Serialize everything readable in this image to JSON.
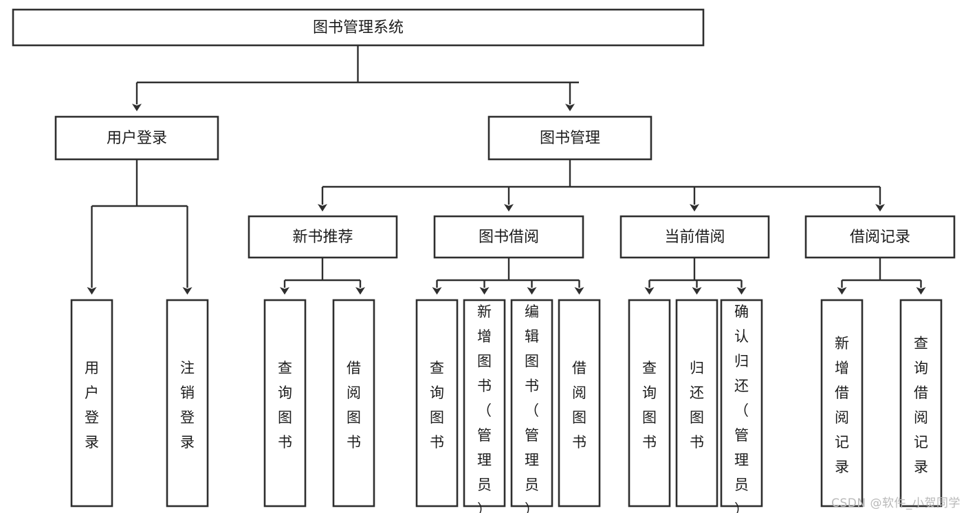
{
  "diagram": {
    "title": "图书管理系统",
    "watermark": "CSDN @软件_小贺同学",
    "colors": {
      "box_stroke": "#2e2e2e",
      "box_fill": "#ffffff",
      "connector": "#2e2e2e",
      "text": "#1c1c1c",
      "watermark": "#b9b9b9",
      "background": "#ffffff"
    },
    "root": {
      "label": "图书管理系统"
    },
    "level2": [
      {
        "label": "用户登录"
      },
      {
        "label": "图书管理"
      }
    ],
    "level3": [
      {
        "label": "新书推荐"
      },
      {
        "label": "图书借阅"
      },
      {
        "label": "当前借阅"
      },
      {
        "label": "借阅记录"
      }
    ],
    "leaves": [
      {
        "label": "用户登录",
        "parent": "用户登录"
      },
      {
        "label": "注销登录",
        "parent": "用户登录"
      },
      {
        "label": "查询图书",
        "parent": "新书推荐"
      },
      {
        "label": "借阅图书",
        "parent": "新书推荐"
      },
      {
        "label": "查询图书",
        "parent": "图书借阅"
      },
      {
        "label": "新增图书（管理员）",
        "parent": "图书借阅"
      },
      {
        "label": "编辑图书（管理员）",
        "parent": "图书借阅"
      },
      {
        "label": "借阅图书",
        "parent": "图书借阅"
      },
      {
        "label": "查询图书",
        "parent": "当前借阅"
      },
      {
        "label": "归还图书",
        "parent": "当前借阅"
      },
      {
        "label": "确认归还（管理员）",
        "parent": "当前借阅"
      },
      {
        "label": "新增借阅记录",
        "parent": "借阅记录"
      },
      {
        "label": "查询借阅记录",
        "parent": "借阅记录"
      }
    ]
  }
}
